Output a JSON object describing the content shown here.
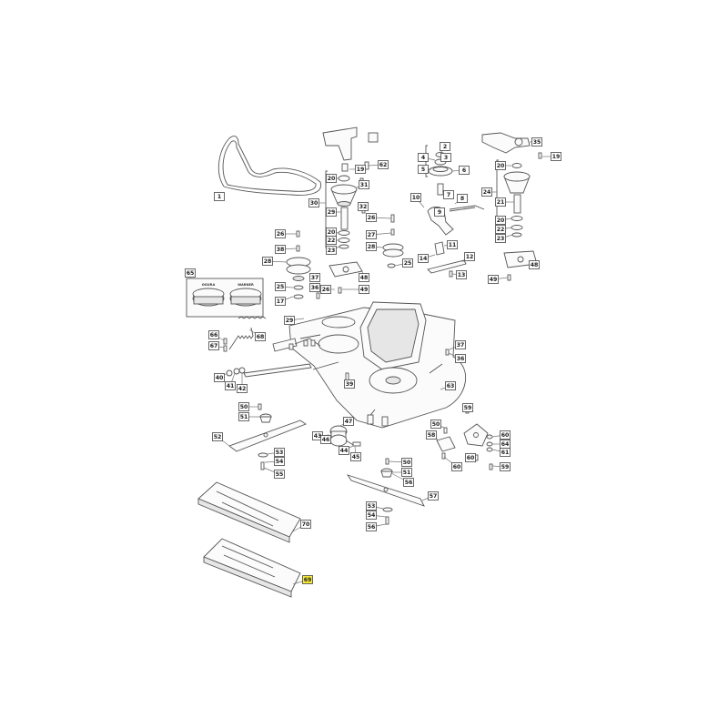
{
  "diagram": {
    "highlight_color": "#f4e93a",
    "inset_labels": [
      "OGURA",
      "WARNER"
    ],
    "highlighted_callout": "69",
    "callouts": [
      {
        "id": "c1",
        "label": "1"
      },
      {
        "id": "c2",
        "label": "2"
      },
      {
        "id": "c3",
        "label": "3"
      },
      {
        "id": "c4",
        "label": "4"
      },
      {
        "id": "c5",
        "label": "5"
      },
      {
        "id": "c6",
        "label": "6"
      },
      {
        "id": "c7",
        "label": "7"
      },
      {
        "id": "c8",
        "label": "8"
      },
      {
        "id": "c9",
        "label": "9"
      },
      {
        "id": "c10",
        "label": "10"
      },
      {
        "id": "c11",
        "label": "11"
      },
      {
        "id": "c12",
        "label": "12"
      },
      {
        "id": "c13",
        "label": "13"
      },
      {
        "id": "c14",
        "label": "14"
      },
      {
        "id": "c17",
        "label": "17"
      },
      {
        "id": "c19a",
        "label": "19"
      },
      {
        "id": "c19b",
        "label": "19"
      },
      {
        "id": "c20a",
        "label": "20"
      },
      {
        "id": "c20b",
        "label": "20"
      },
      {
        "id": "c20c",
        "label": "20"
      },
      {
        "id": "c20d",
        "label": "20"
      },
      {
        "id": "c21",
        "label": "21"
      },
      {
        "id": "c22a",
        "label": "22"
      },
      {
        "id": "c22b",
        "label": "22"
      },
      {
        "id": "c23a",
        "label": "23"
      },
      {
        "id": "c23b",
        "label": "23"
      },
      {
        "id": "c24",
        "label": "24"
      },
      {
        "id": "c25a",
        "label": "25"
      },
      {
        "id": "c25b",
        "label": "25"
      },
      {
        "id": "c26a",
        "label": "26"
      },
      {
        "id": "c26b",
        "label": "26"
      },
      {
        "id": "c26c",
        "label": "26"
      },
      {
        "id": "c27",
        "label": "27"
      },
      {
        "id": "c28a",
        "label": "28"
      },
      {
        "id": "c28b",
        "label": "28"
      },
      {
        "id": "c29a",
        "label": "29"
      },
      {
        "id": "c29b",
        "label": "29"
      },
      {
        "id": "c30",
        "label": "30"
      },
      {
        "id": "c31",
        "label": "31"
      },
      {
        "id": "c32",
        "label": "32"
      },
      {
        "id": "c35",
        "label": "35"
      },
      {
        "id": "c36a",
        "label": "36"
      },
      {
        "id": "c36b",
        "label": "36"
      },
      {
        "id": "c37a",
        "label": "37"
      },
      {
        "id": "c37b",
        "label": "37"
      },
      {
        "id": "c38",
        "label": "38"
      },
      {
        "id": "c39",
        "label": "39"
      },
      {
        "id": "c40",
        "label": "40"
      },
      {
        "id": "c41",
        "label": "41"
      },
      {
        "id": "c42",
        "label": "42"
      },
      {
        "id": "c43",
        "label": "43"
      },
      {
        "id": "c44",
        "label": "44"
      },
      {
        "id": "c45",
        "label": "45"
      },
      {
        "id": "c46",
        "label": "46"
      },
      {
        "id": "c47",
        "label": "47"
      },
      {
        "id": "c48a",
        "label": "48"
      },
      {
        "id": "c48b",
        "label": "48"
      },
      {
        "id": "c49a",
        "label": "49"
      },
      {
        "id": "c49b",
        "label": "49"
      },
      {
        "id": "c50a",
        "label": "50"
      },
      {
        "id": "c50b",
        "label": "50"
      },
      {
        "id": "c50c",
        "label": "50"
      },
      {
        "id": "c51a",
        "label": "51"
      },
      {
        "id": "c51b",
        "label": "51"
      },
      {
        "id": "c52",
        "label": "52"
      },
      {
        "id": "c53a",
        "label": "53"
      },
      {
        "id": "c53b",
        "label": "53"
      },
      {
        "id": "c54a",
        "label": "54"
      },
      {
        "id": "c54b",
        "label": "54"
      },
      {
        "id": "c55",
        "label": "55"
      },
      {
        "id": "c56a",
        "label": "56"
      },
      {
        "id": "c56b",
        "label": "56"
      },
      {
        "id": "c57",
        "label": "57"
      },
      {
        "id": "c58",
        "label": "58"
      },
      {
        "id": "c59a",
        "label": "59"
      },
      {
        "id": "c59b",
        "label": "59"
      },
      {
        "id": "c60a",
        "label": "60"
      },
      {
        "id": "c60b",
        "label": "60"
      },
      {
        "id": "c60c",
        "label": "60"
      },
      {
        "id": "c61",
        "label": "61"
      },
      {
        "id": "c62",
        "label": "62"
      },
      {
        "id": "c63",
        "label": "63"
      },
      {
        "id": "c64",
        "label": "64"
      },
      {
        "id": "c65",
        "label": "65"
      },
      {
        "id": "c66",
        "label": "66"
      },
      {
        "id": "c67",
        "label": "67"
      },
      {
        "id": "c68",
        "label": "68"
      },
      {
        "id": "c69",
        "label": "69"
      },
      {
        "id": "c70",
        "label": "70"
      }
    ]
  }
}
